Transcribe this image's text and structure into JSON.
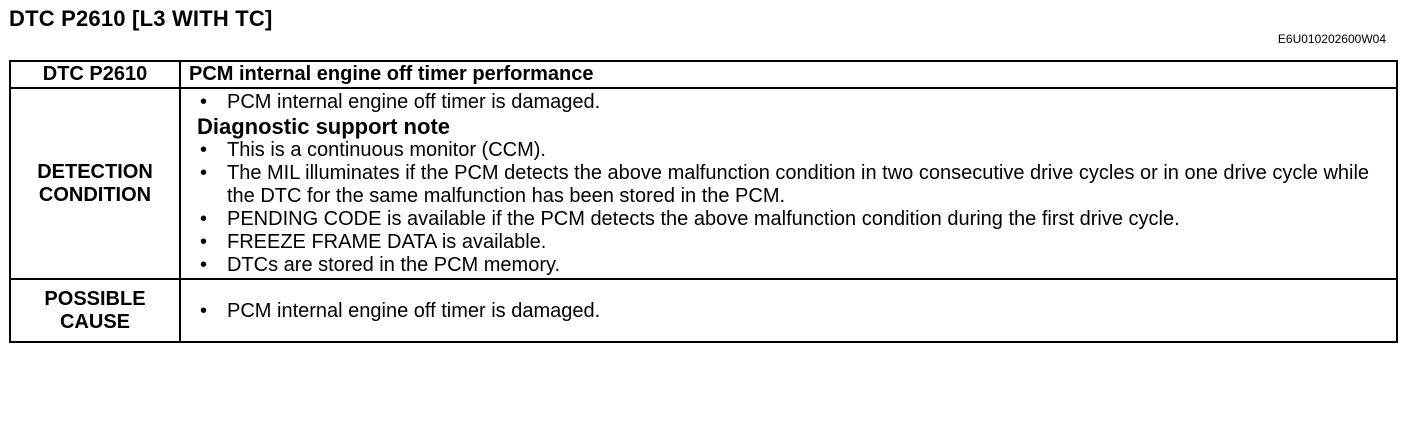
{
  "header": {
    "title": "DTC P2610 [L3 WITH TC]",
    "doc_code": "E6U010202600W04"
  },
  "table": {
    "dtc_label": "DTC P2610",
    "dtc_title": "PCM internal engine off timer performance",
    "detection": {
      "label_line1": "DETECTION",
      "label_line2": "CONDITION",
      "items": [
        "PCM internal engine off timer is damaged."
      ],
      "support_heading": "Diagnostic support note",
      "support_items": [
        "This is a continuous monitor (CCM).",
        "The MIL illuminates if the PCM detects the above malfunction condition in two consecutive drive cycles or in one drive cycle while the DTC for the same malfunction has been stored in the PCM.",
        "PENDING CODE is available if the PCM detects the above malfunction condition during the first drive cycle.",
        "FREEZE FRAME DATA is available.",
        "DTCs are stored in the PCM memory."
      ]
    },
    "cause": {
      "label_line1": "POSSIBLE",
      "label_line2": "CAUSE",
      "items": [
        "PCM internal engine off timer is damaged."
      ]
    }
  }
}
